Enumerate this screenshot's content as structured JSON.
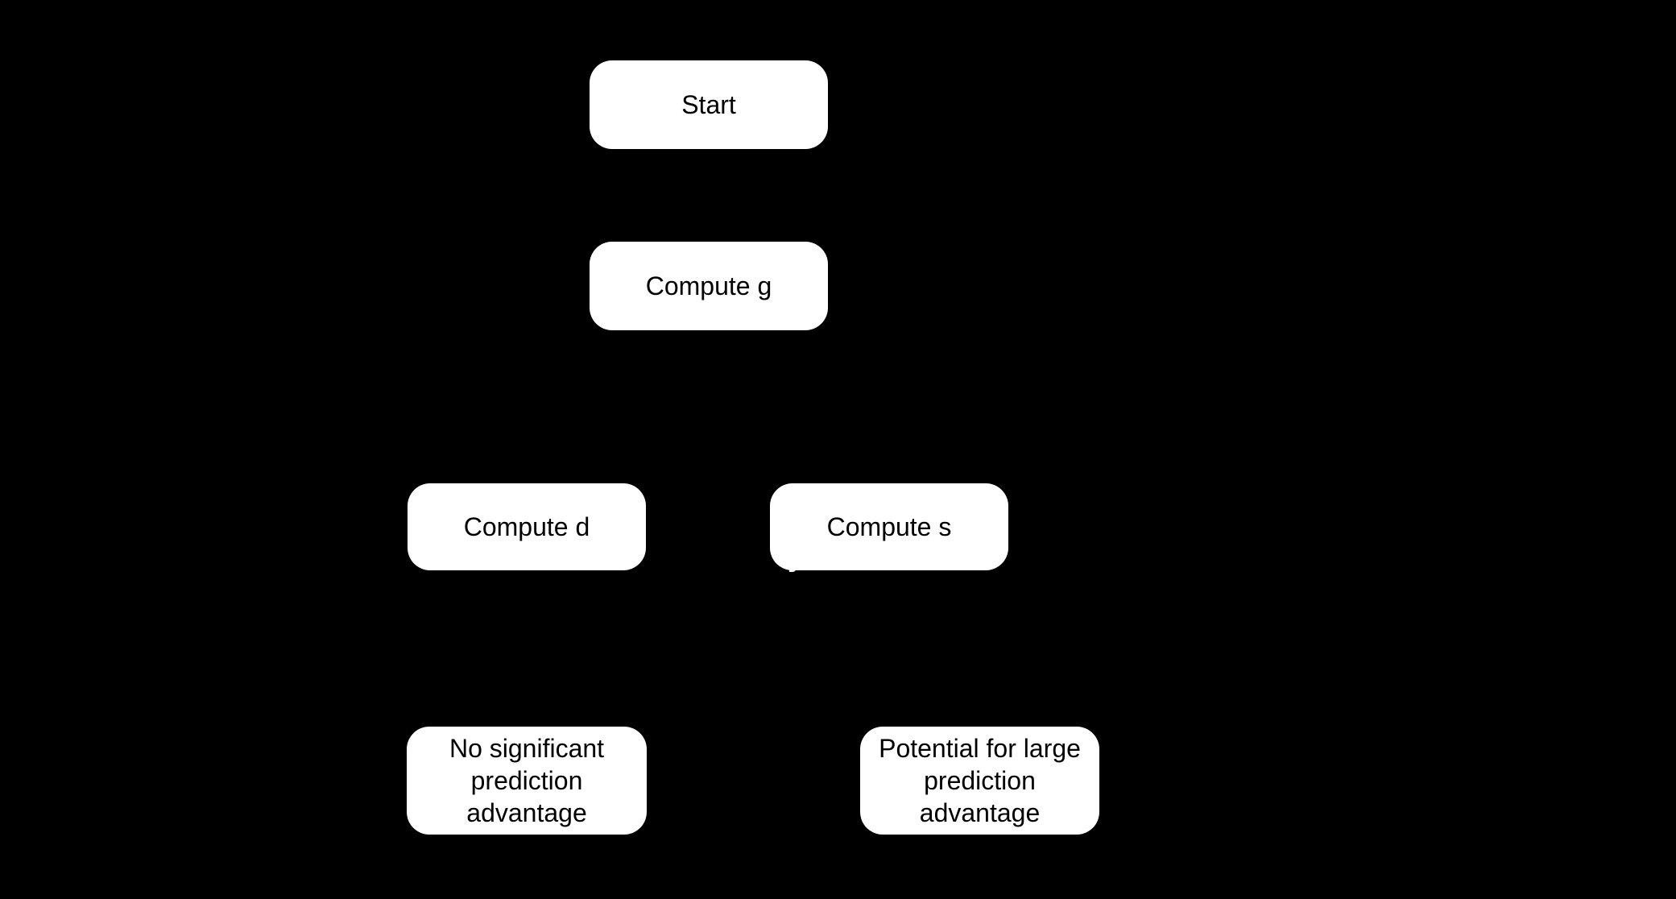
{
  "diagram": {
    "type": "flowchart",
    "background_color": "#000000",
    "node_fill_color": "#ffffff",
    "node_text_color": "#000000",
    "nodes": [
      {
        "id": "start",
        "label": "Start"
      },
      {
        "id": "compute-g",
        "label": "Compute g"
      },
      {
        "id": "compute-d",
        "label": "Compute d"
      },
      {
        "id": "compute-s",
        "label": "Compute s"
      },
      {
        "id": "outcome-no-advantage",
        "label": "No significant\nprediction\nadvantage"
      },
      {
        "id": "outcome-large-advantage",
        "label": "Potential for large\nprediction\nadvantage"
      }
    ]
  }
}
